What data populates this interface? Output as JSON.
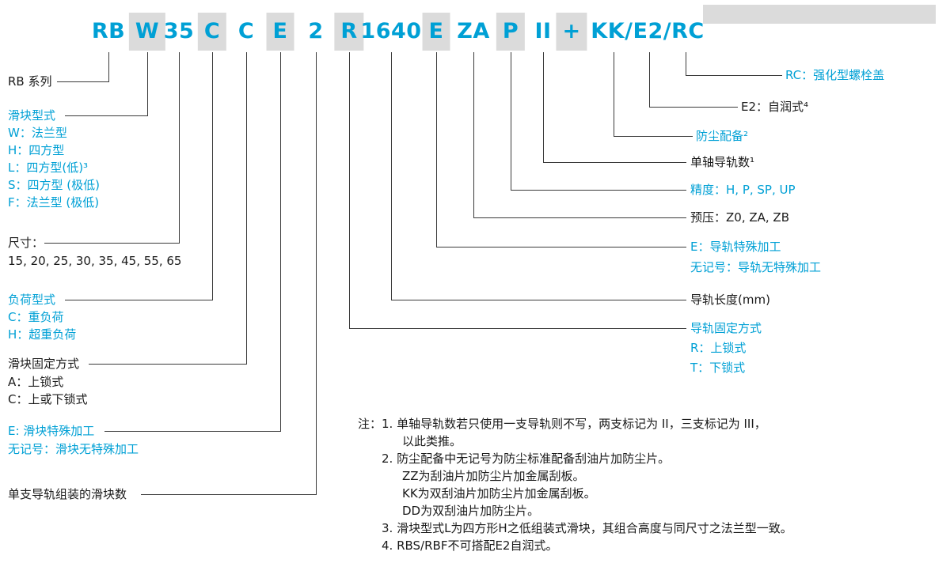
{
  "colors": {
    "accent_blue": "#00A0D5",
    "text_black": "#1A1A1A",
    "shade_gray": "#DBDBDB",
    "line_color": "#3A3A3A"
  },
  "code_segments": [
    "RB",
    "W",
    "35",
    "C",
    "C",
    "E",
    "2",
    "R",
    "1640",
    "E",
    "ZA",
    "P",
    "II",
    "+",
    "KK/E2/RC"
  ],
  "left": {
    "series": {
      "title": "RB 系列"
    },
    "slider_type": {
      "title": "滑块型式",
      "opt1": "W：法兰型",
      "opt2": "H：四方型",
      "opt3": "L：四方型(低)³",
      "opt4": "S：四方型 (极低)",
      "opt5": "F：法兰型 (极低)"
    },
    "size": {
      "title": "尺寸：",
      "values": "15, 20, 25, 30, 35, 45, 55, 65"
    },
    "load_type": {
      "title": "负荷型式",
      "opt1": "C：重负荷",
      "opt2": "H：超重负荷"
    },
    "slider_fixing": {
      "title": "滑块固定方式",
      "opt1": "A：上锁式",
      "opt2": "C：上或下锁式"
    },
    "slider_special": {
      "title": "E: 滑块特殊加工",
      "opt1": "无记号：滑块无特殊加工"
    },
    "sliders_per_rail": {
      "title": "单支导轨组装的滑块数"
    }
  },
  "right": {
    "bolt_cap": "RC：强化型螺栓盖",
    "self_lubrication": "E2：自润式⁴",
    "dust_protection": "防尘配备²",
    "rail_count": "单轴导轨数¹",
    "precision": "精度：H, P, SP, UP",
    "preload": "预压：Z0, ZA, ZB",
    "rail_special": {
      "title": "E：导轨特殊加工",
      "opt1": "无记号：导轨无特殊加工"
    },
    "rail_length": "导轨长度(mm)",
    "rail_fixing": {
      "title": "导轨固定方式",
      "opt1": "R：上锁式",
      "opt2": "T：下锁式"
    }
  },
  "notes": {
    "label": "注：",
    "n1a": "1. 单轴导轨数若只使用一支导轨则不写，两支标记为 II，三支标记为 III，",
    "n1b": "以此类推。",
    "n2a": "2. 防尘配备中无记号为防尘标准配备刮油片加防尘片。",
    "n2b": "ZZ为刮油片加防尘片加金属刮板。",
    "n2c": "KK为双刮油片加防尘片加金属刮板。",
    "n2d": "DD为双刮油片加防尘片。",
    "n3": "3. 滑块型式L为四方形H之低组装式滑块，其组合高度与同尺寸之法兰型一致。",
    "n4": "4. RBS/RBF不可搭配E2自润式。"
  }
}
